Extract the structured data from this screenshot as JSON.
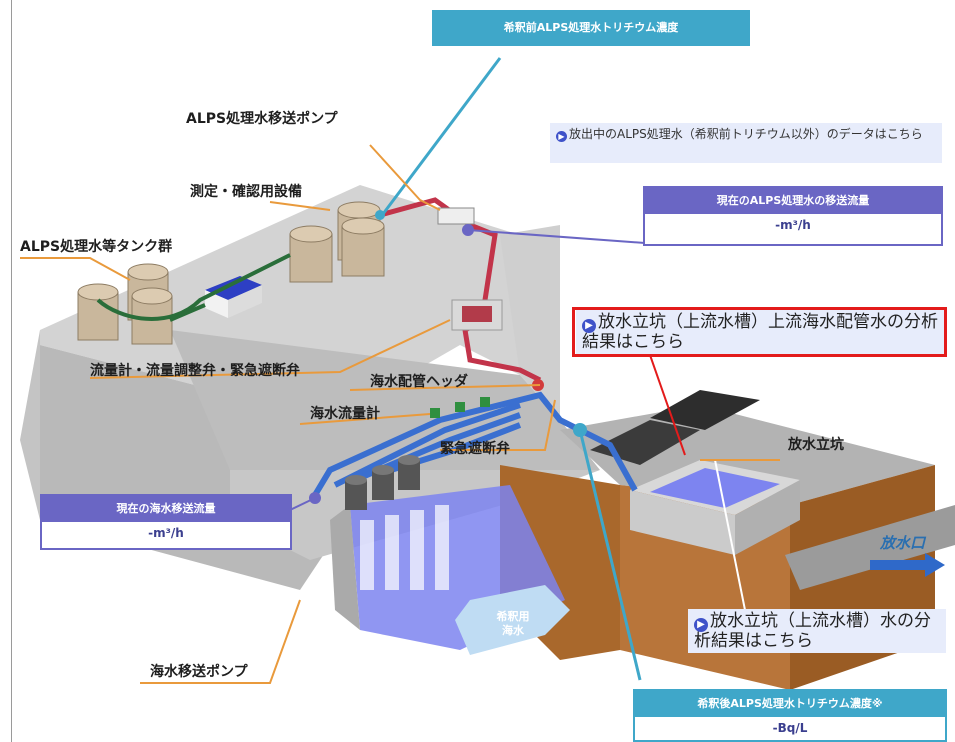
{
  "labels": {
    "tank_group": "ALPS処理水等タンク群",
    "measure_equipment": "測定・確認用設備",
    "transfer_pump": "ALPS処理水移送ポンプ",
    "flow_meter_valves": "流量計・流量調整弁・緊急遮断弁",
    "seawater_header": "海水配管ヘッダ",
    "seawater_flowmeter": "海水流量計",
    "emergency_valve": "緊急遮断弁",
    "discharge_shaft": "放水立坑",
    "seawater_pump": "海水移送ポンプ",
    "outlet": "放水口",
    "dilution_seawater": "希釈用\n海水"
  },
  "panels": {
    "pre_dilution": {
      "title": "希釈前ALPS処理水トリチウム濃度"
    },
    "alps_flow": {
      "title": "現在のALPS処理水の移送流量",
      "value": "-m³/h"
    },
    "seawater_flow": {
      "title": "現在の海水移送流量",
      "value": "-m³/h"
    },
    "post_dilution": {
      "title": "希釈後ALPS処理水トリチウム濃度※",
      "value": "-Bq/L"
    }
  },
  "links": {
    "other_data": "放出中のALPS処理水（希釈前トリチウム以外）のデータはこちら",
    "upstream_pipe": "放水立坑（上流水槽）上流海水配管水の分析結果はこちら",
    "shaft_water": "放水立坑（上流水槽）水の分析結果はこちら"
  },
  "colors": {
    "panel_purple": "#6a66c4",
    "panel_teal": "#3fa7c9",
    "link_bg": "#e7ecfb",
    "highlight_red": "#e31b1b",
    "label_underline": "#e99a3c",
    "concrete": "#c9c9c9",
    "earth": "#a9682c",
    "water": "#7d84f0"
  },
  "icons": [
    "link-bullet-icon",
    "outlet-arrow-icon"
  ]
}
